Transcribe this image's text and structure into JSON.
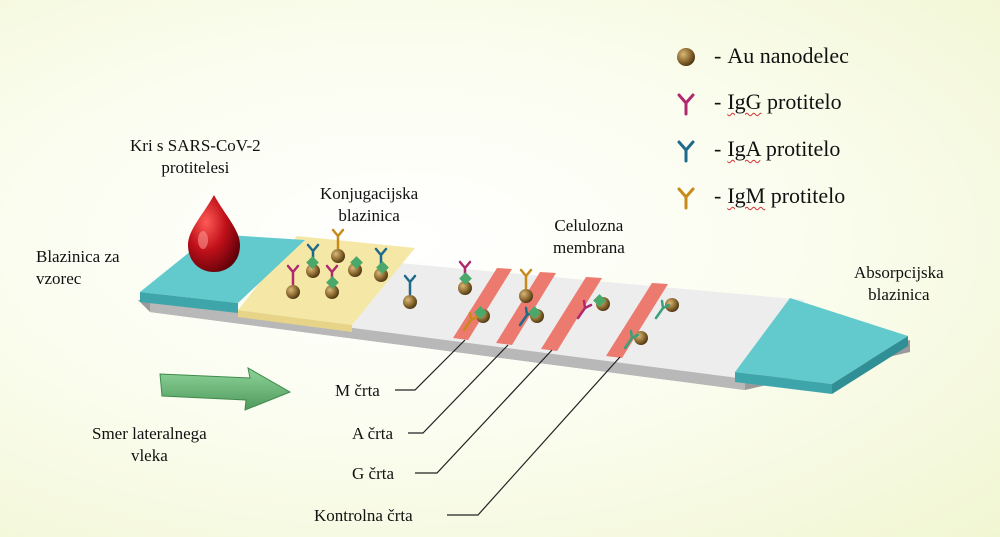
{
  "legend": {
    "items": [
      {
        "icon": "au-nanoparticle-icon",
        "color": "#7a5a2a",
        "dash": "-",
        "word": "Au",
        "rest": "nanodelec",
        "wavy": false
      },
      {
        "icon": "igg-antibody-icon",
        "color": "#b0286e",
        "dash": "-",
        "word": "IgG",
        "rest": "protitelo",
        "wavy": true
      },
      {
        "icon": "iga-antibody-icon",
        "color": "#1f6a8a",
        "dash": "-",
        "word": "IgA",
        "rest": "protitelo",
        "wavy": true
      },
      {
        "icon": "igm-antibody-icon",
        "color": "#c88a1a",
        "dash": "-",
        "word": "IgM",
        "rest": "protitelo",
        "wavy": true
      }
    ]
  },
  "labels": {
    "blood_line1": "Kri s SARS-CoV-2",
    "blood_line2": "protitelesi",
    "conj_line1": "Konjugacijska",
    "conj_line2": "blazinica",
    "cell_line1": "Celulozna",
    "cell_line2": "membrana",
    "sample_line1": "Blazinica za",
    "sample_line2": "vzorec",
    "abs_line1": "Absorpcijska",
    "abs_line2": "blazinica",
    "flow_line1": "Smer lateralnega",
    "flow_line2": "vleka",
    "m_line": "M črta",
    "a_line": "A črta",
    "g_line": "G črta",
    "control_line": "Kontrolna črta"
  },
  "colors": {
    "pad_teal": "#5cc8cc",
    "conjugate": "#f3e6a0",
    "membrane": "#ececec",
    "test_line": "#ec7a6e",
    "arrow_green": "#6fbf7a",
    "blood": "#b0101a"
  }
}
